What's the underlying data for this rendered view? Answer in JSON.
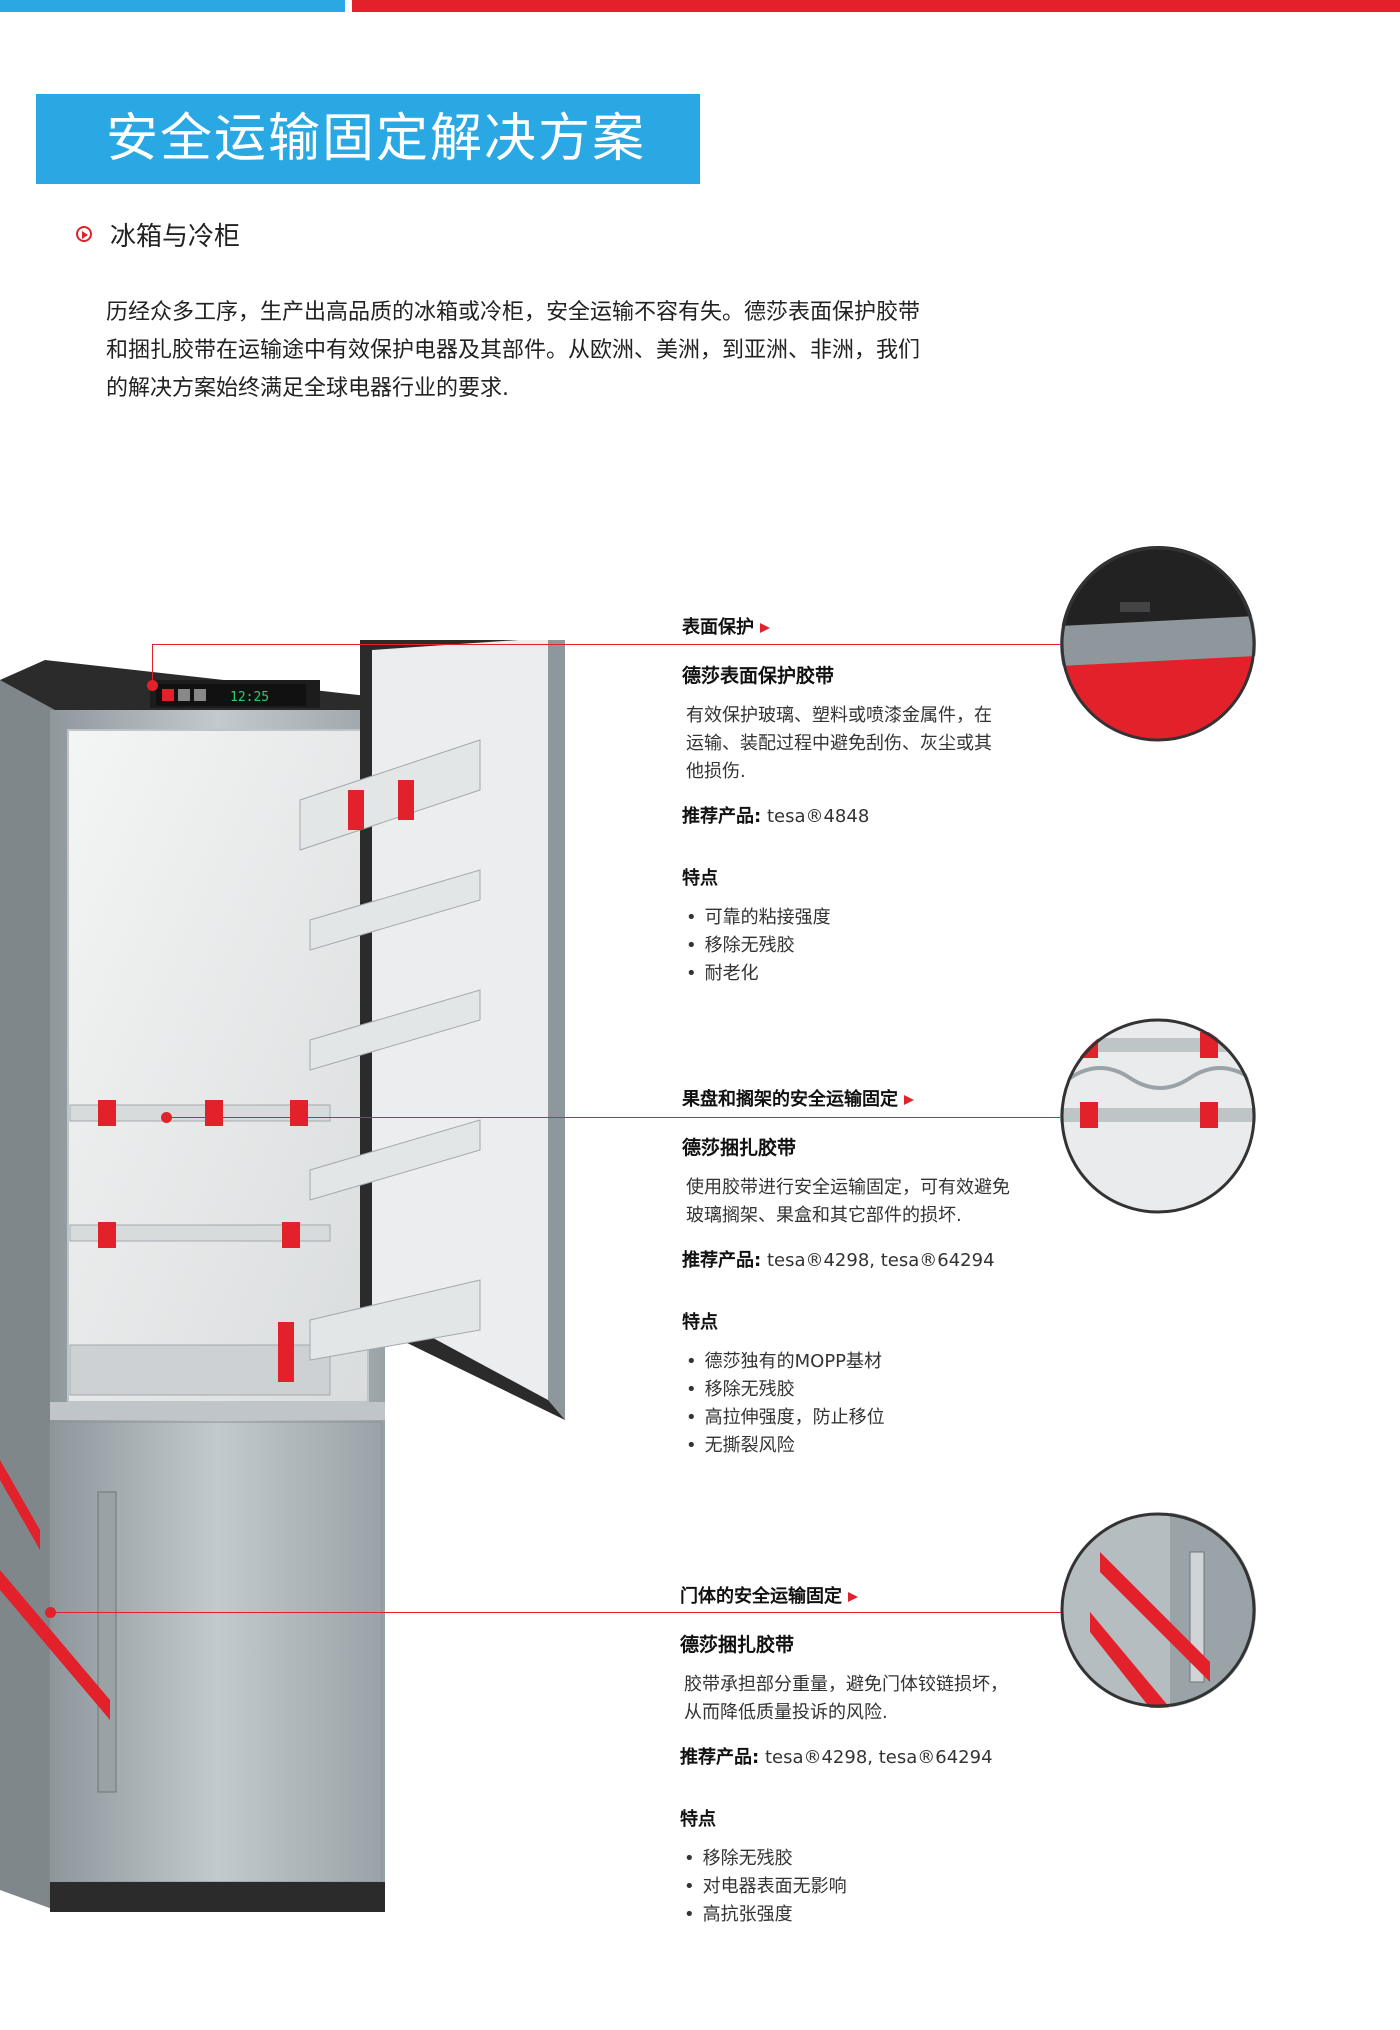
{
  "header": {
    "title": "安全运输固定解决方案"
  },
  "subheading": "冰箱与冷柜",
  "intro": "历经众多工序，生产出高品质的冰箱或冷柜，安全运输不容有失。德莎表面保护胶带和捆扎胶带在运输途中有效保护电器及其部件。从欧洲、美洲，到亚洲、非洲，我们的解决方案始终满足全球电器行业的要求.",
  "fridge": {
    "display_time": "12:25"
  },
  "sections": [
    {
      "title": "表面保护",
      "product": "德莎表面保护胶带",
      "description": "有效保护玻璃、塑料或喷漆金属件，在运输、装配过程中避免刮伤、灰尘或其他损伤.",
      "rec_label": "推荐产品:",
      "rec_value": "tesa®4848",
      "features_title": "特点",
      "features": [
        "可靠的粘接强度",
        "移除无残胶",
        "耐老化"
      ]
    },
    {
      "title": "果盘和搁架的安全运输固定",
      "product": "德莎捆扎胶带",
      "description": "使用胶带进行安全运输固定，可有效避免玻璃搁架、果盒和其它部件的损坏.",
      "rec_label": "推荐产品:",
      "rec_value": "tesa®4298, tesa®64294",
      "features_title": "特点",
      "features": [
        "德莎独有的MOPP基材",
        "移除无残胶",
        "高拉伸强度，防止移位",
        "无撕裂风险"
      ]
    },
    {
      "title": "门体的安全运输固定",
      "product": "德莎捆扎胶带",
      "description": "胶带承担部分重量，避免门体铰链损坏，从而降低质量投诉的风险.",
      "rec_label": "推荐产品:",
      "rec_value": "tesa®4298, tesa®64294",
      "features_title": "特点",
      "features": [
        "移除无残胶",
        "对电器表面无影响",
        "高抗张强度"
      ]
    }
  ],
  "colors": {
    "brand_blue": "#2aa8e4",
    "brand_red": "#e3212b"
  }
}
